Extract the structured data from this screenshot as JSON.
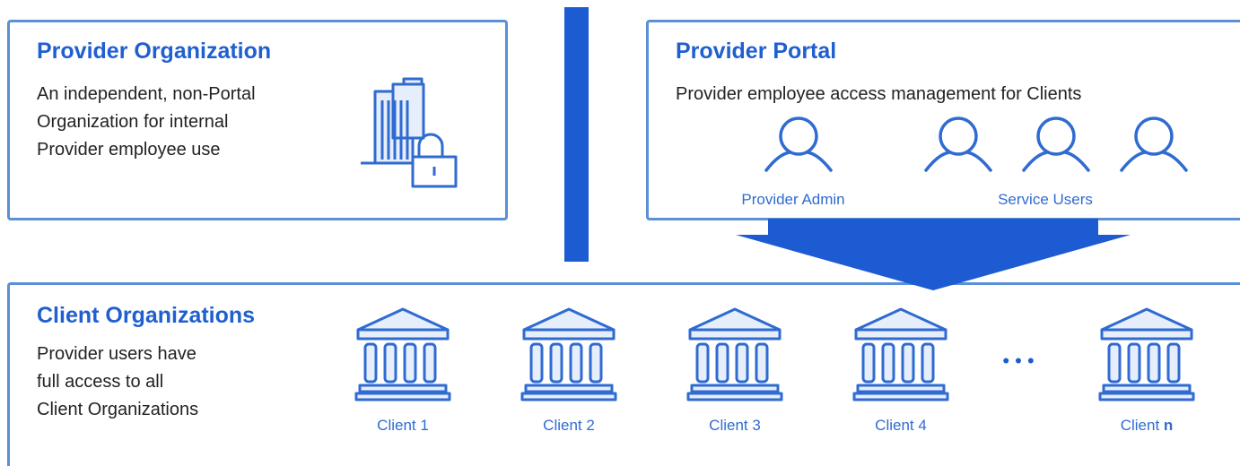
{
  "provider_org": {
    "title": "Provider Organization",
    "description": [
      "An independent, non-Portal",
      "Organization for internal",
      "Provider employee use"
    ],
    "icon": "building-lock-icon"
  },
  "provider_portal": {
    "title": "Provider Portal",
    "description": "Provider employee access management for Clients",
    "admin_label": "Provider Admin",
    "service_label": "Service Users",
    "icon": "user-icon"
  },
  "client_orgs": {
    "title": "Client Organizations",
    "description": [
      "Provider users have",
      "full access to all",
      "Client Organizations"
    ],
    "icon": "bank-building-icon",
    "clients": [
      "Client 1",
      "Client 2",
      "Client 3",
      "Client 4"
    ],
    "last_client_prefix": "Client ",
    "last_client_suffix": "n",
    "ellipsis": "• • •"
  },
  "colors": {
    "accent": "#1f5fd0",
    "border": "#5b8fd6",
    "fill": "#1d5bd2",
    "icon_light": "#e6eefb"
  }
}
